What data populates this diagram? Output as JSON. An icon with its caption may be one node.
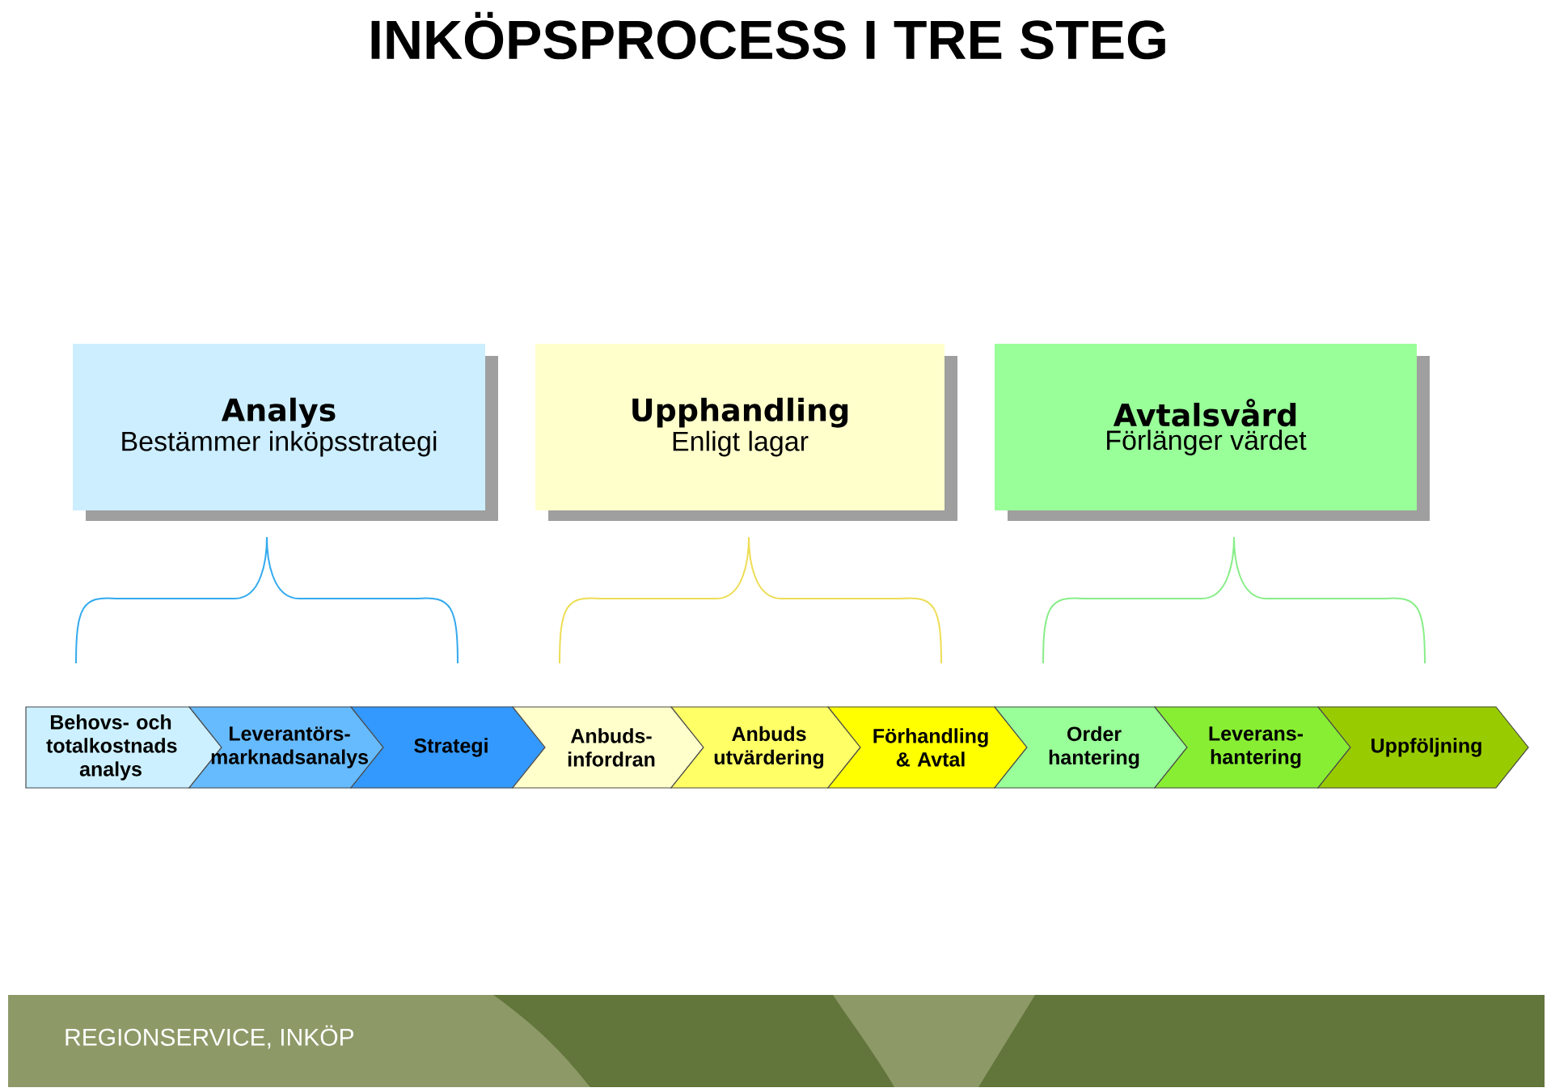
{
  "diagram": {
    "title": "INKÖPSPROCESS I TRE STEG",
    "nodes": [
      {
        "text": [
          "Analys",
          "Bestämmer inköpsstrategi"
        ]
      },
      {
        "text": [
          "Upphandling",
          "Enligt lagar"
        ]
      },
      {
        "text": [
          "Avtalsvård",
          "Förlänger värdet"
        ]
      },
      {
        "text": [
          "Behovs- och totalkostnads analys"
        ]
      },
      {
        "text": [
          "Leverantörs- marknadsanalys"
        ]
      },
      {
        "text": [
          "Strategi"
        ]
      },
      {
        "text": [
          "Anbuds- infordran"
        ]
      },
      {
        "text": [
          "Anbuds utvärdering"
        ]
      },
      {
        "text": [
          "Förhandling & Avtal"
        ]
      },
      {
        "text": [
          "Order hantering"
        ]
      },
      {
        "text": [
          "Leverans- hantering"
        ]
      },
      {
        "text": [
          "Uppföljning"
        ]
      }
    ],
    "labels": [
      "REGIONSERVICE, INKÖP"
    ]
  }
}
